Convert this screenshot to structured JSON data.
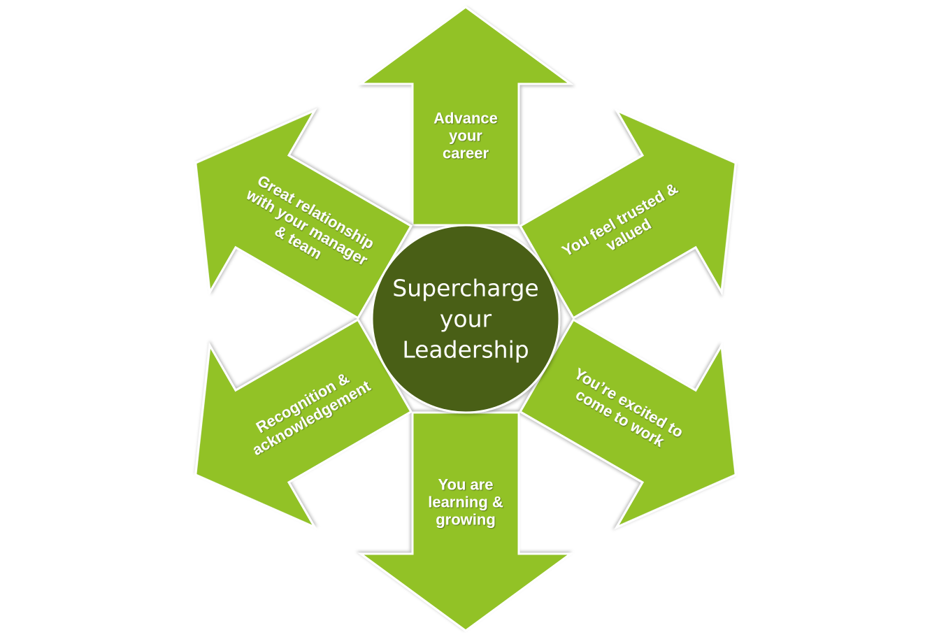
{
  "center": {
    "lines": [
      "Supercharge",
      "your",
      "Leadership"
    ],
    "fill": "#4a5e14"
  },
  "arrow_color": "#92c225",
  "arrows": [
    {
      "name": "arrow-advance-career",
      "lines": [
        "Advance",
        "your",
        "career"
      ]
    },
    {
      "name": "arrow-trusted-valued",
      "lines": [
        "You feel trusted &",
        "valued"
      ]
    },
    {
      "name": "arrow-excited-work",
      "lines": [
        "You’re excited to",
        "come to work"
      ]
    },
    {
      "name": "arrow-learning-growing",
      "lines": [
        "You are",
        "learning &",
        "growing"
      ]
    },
    {
      "name": "arrow-recognition",
      "lines": [
        "Recognition &",
        "acknowledgement"
      ]
    },
    {
      "name": "arrow-relationship",
      "lines": [
        "Great relationship",
        "with your manager",
        "& team"
      ]
    }
  ]
}
